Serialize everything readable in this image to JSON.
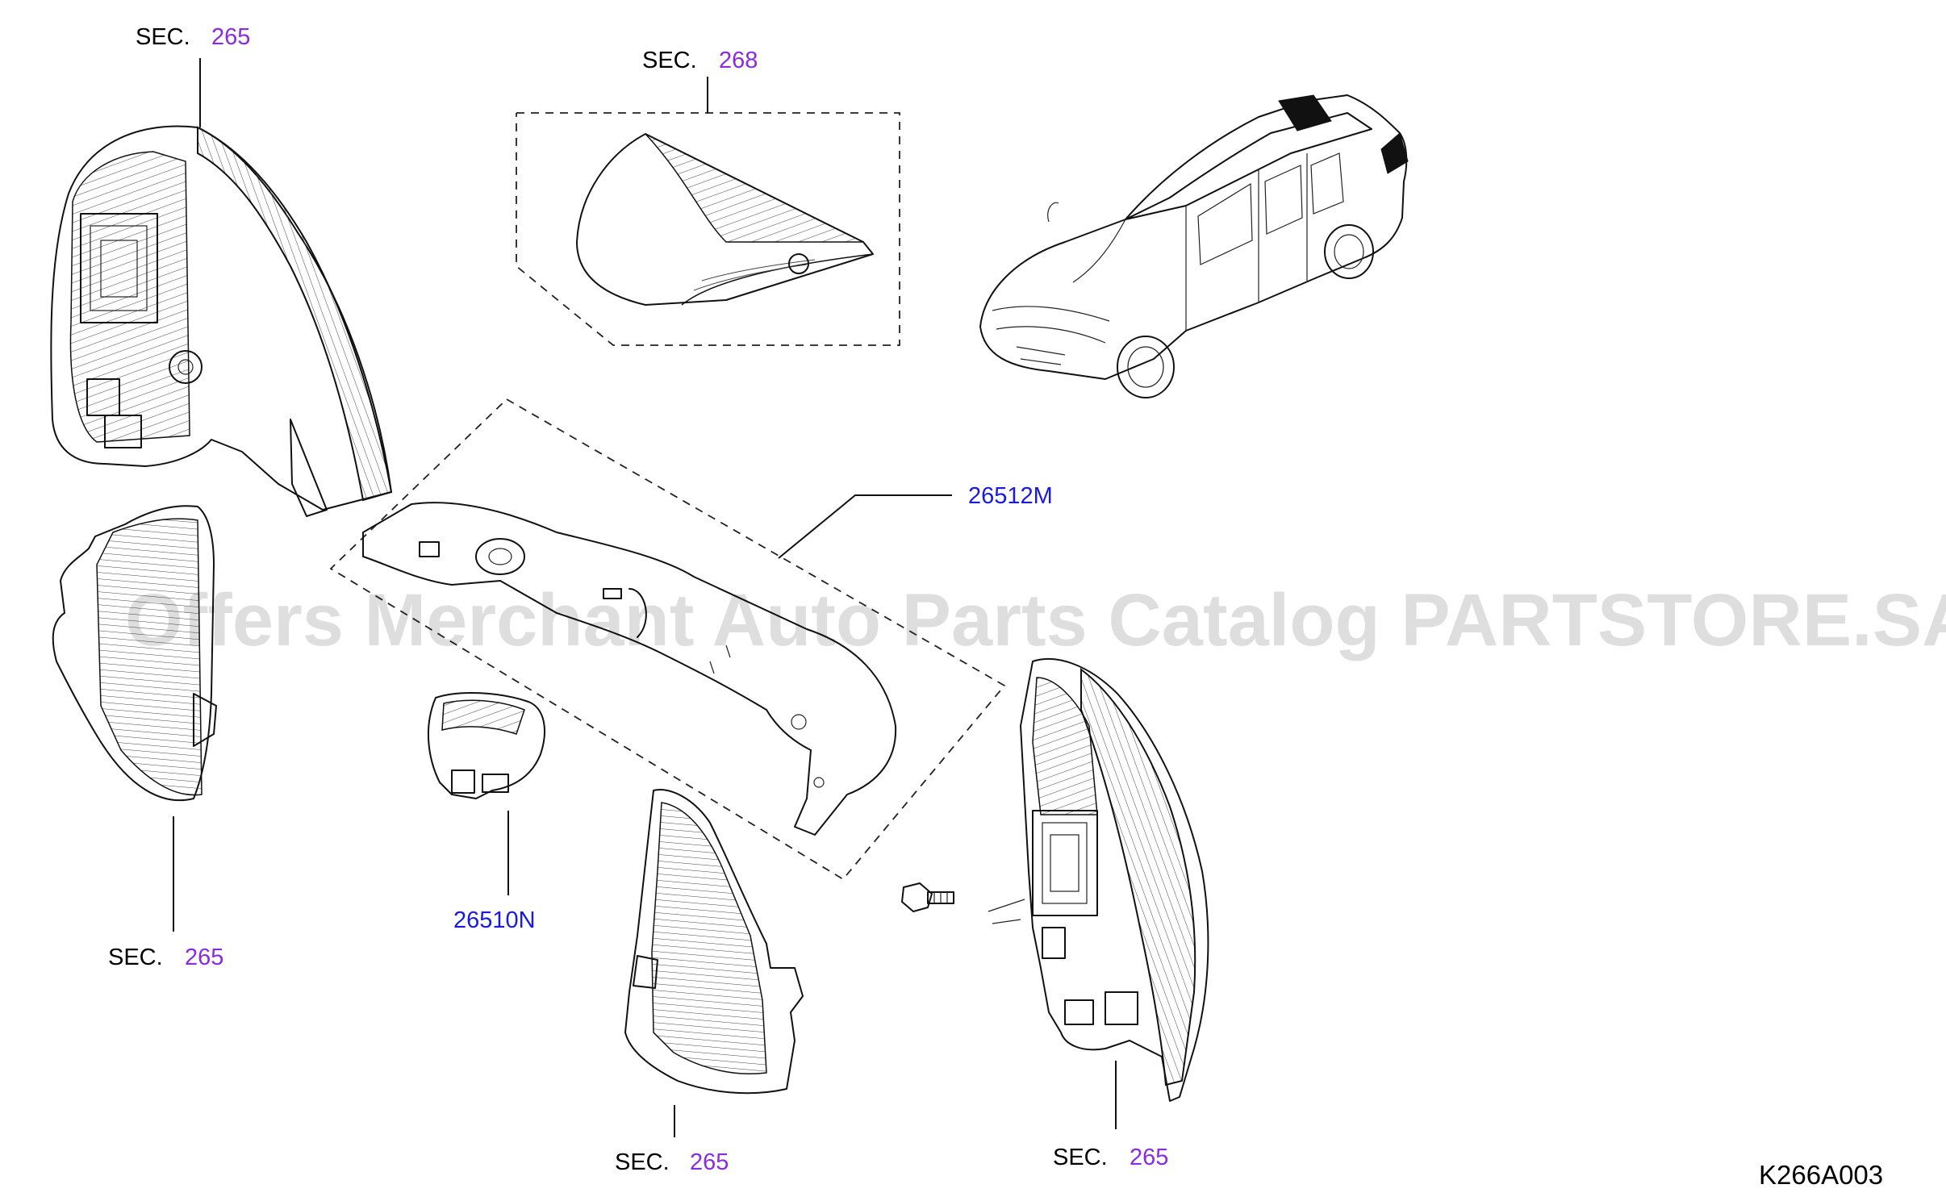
{
  "watermark": "Offers Merchant Auto Parts Catalog PARTSTORE.SA",
  "diagram_code": "K266A003",
  "section_refs": [
    {
      "prefix": "SEC.",
      "number": "265"
    },
    {
      "prefix": "SEC.",
      "number": "268"
    },
    {
      "prefix": "SEC.",
      "number": "265"
    },
    {
      "prefix": "SEC.",
      "number": "265"
    },
    {
      "prefix": "SEC.",
      "number": "265"
    }
  ],
  "part_numbers": [
    "26512M",
    "26510N"
  ]
}
